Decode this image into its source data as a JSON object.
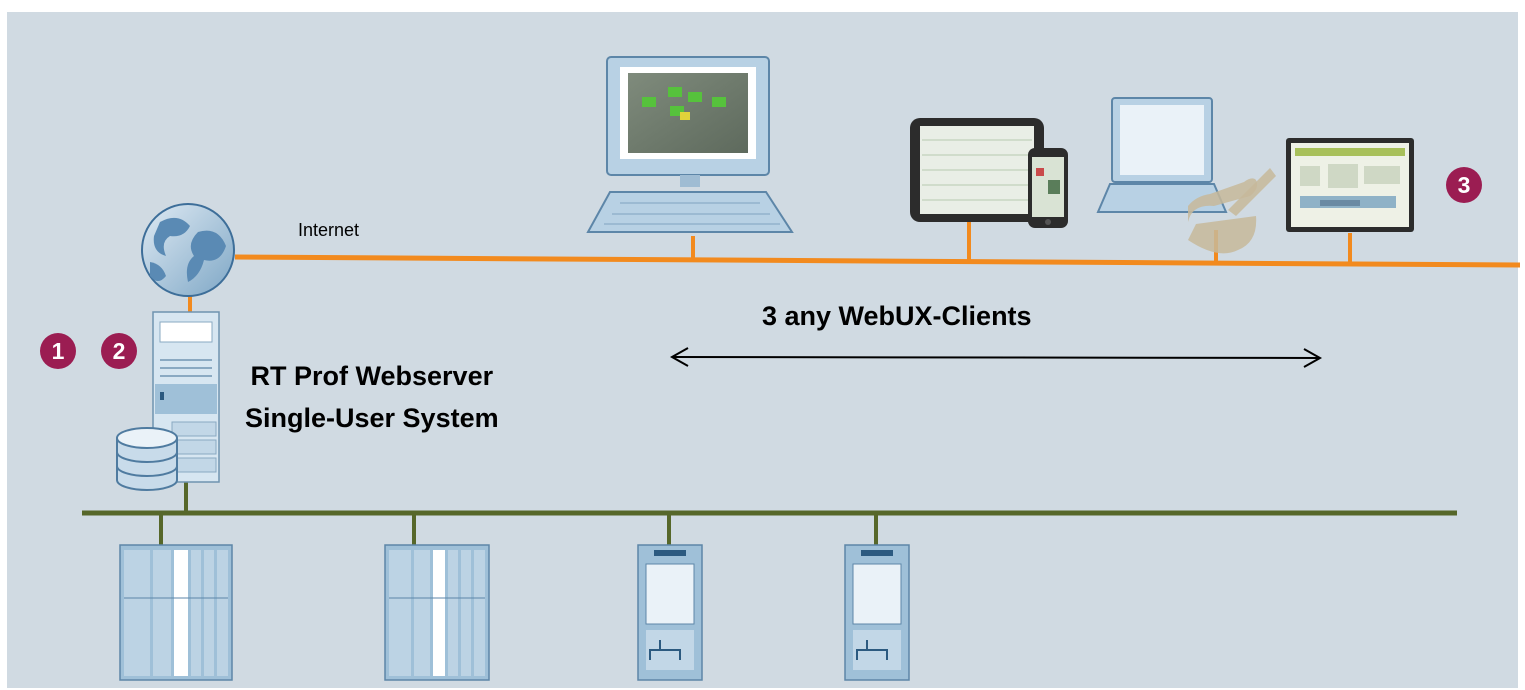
{
  "labels": {
    "internet": "Internet",
    "server_line1": "RT Prof Webserver",
    "server_line2": "Single-User System",
    "clients": "3 any  WebUX-Clients"
  },
  "badges": [
    "1",
    "2",
    "3"
  ],
  "colors": {
    "background": "#d0dae2",
    "internet_line": "#f28a1e",
    "plant_bus": "#56672a",
    "badge": "#9b1d52",
    "device_blue": "#9fc0d8"
  }
}
